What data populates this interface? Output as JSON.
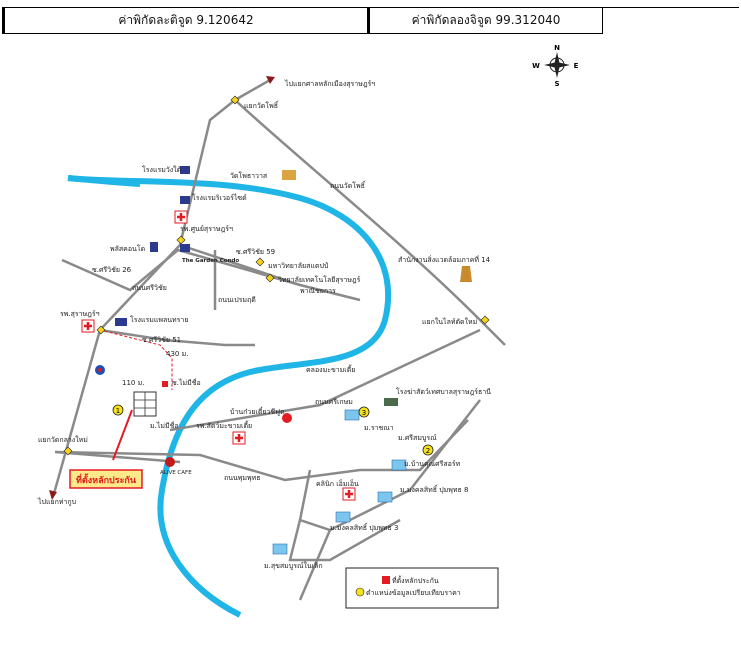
{
  "header": {
    "lat": "ค่าพิกัดละติจูด 9.120642",
    "lon": "ค่าพิกัดลองจิจูด 99.312040"
  },
  "compass": {
    "n": "N",
    "s": "S",
    "e": "E",
    "w": "W"
  },
  "labels": {
    "to_lak_mueang": "ไปแยกศาลหลักเมืองสุราษฎร์ฯ",
    "yaek_wat_pho": "แยกวัดโพธิ์",
    "hotel_wangtai": "โรงแรมวังใต้",
    "hotel_riverside": "โรงแรมริเวอร์ไซด์",
    "wat_phothawat": "วัดโพธาวาส",
    "thanon_wat_pho": "ถนนวัดโพธิ์",
    "hosp_surat": "รพ.ศูนย์สุราษฎร์ฯ",
    "plaza": "พลัสคอนโด",
    "garden_condo": "The Garden Condo",
    "soi_sri_59": "ซ.ศรีวิชัย 59",
    "university": "มหาวิทยาลัยสแตปป์",
    "tech_college": "วิทยาลัยเทคโนโลยีสุราษฎร์",
    "commerce": "พาณิชยการ",
    "soi_sri_26": "ซ.ศรีวิชัย 26",
    "thanon_sriwichai": "ถนนศรีวิชัย",
    "thanon_phutphut": "ถนนเปรมฤดี",
    "office_14": "สำนักงานสิ่งแวดล้อมภาคที่ 14",
    "yaek_nai_light": "แยกในไลท์ตัดใหม่",
    "hosp_surat2": "รพ.สุราษฎร์ฯ",
    "hotel_phanthai": "โรงแรมแพลนทราย",
    "soi_sri_51": "ซ.ศรีวิชัย 51",
    "dist_430": "430 ม.",
    "canal": "คลองมะขามเตี้ย",
    "dist_110": "110 ม.",
    "soi_mai_shi": "ซ.ไม่มีชื่อ",
    "slaughter": "โรงฆ่าสัตว์เทศบาลสุราษฎร์ธานี",
    "kuay_tiew": "บ้านก๋วยเตี๋ยวชีฟูด",
    "thanon_srikasem": "ถนนศรีเกษม",
    "moo_mai": "ม.ไม่มีชื่อ",
    "vet_hosp": "รพ.สัตว์มะขามเตี้ย",
    "moo_rama": "ม.ราชณา",
    "yaek_wat_klang": "แยกวัดกลางใหม่",
    "moo_srisomboon": "ม.ศรีสมบูรณ์",
    "ban_sri": "ม.บ้านคุณศรีสอร์ท",
    "alive": "ALIVE CAFE",
    "callout": "ที่ตั้งหลักประกัน",
    "thanon_phumphut": "ถนนพุมพุทธ",
    "clinic": "คลินิก เอ็มเอ็น",
    "to_tha_thong": "ไปแยกท่ากูบ",
    "mongkol8": "ม.มงคลสิทธิ์ ปุมพุทธ 8",
    "mongkol3": "ม.มงคลสิทธิ์ ปุมพุทธ 3",
    "sukhsombun": "ม.สุขสมบูรณ์ในเลิก",
    "legend_red": "ที่ตั้งหลักประกัน",
    "legend_yellow": "ตำแหน่งข้อมูลเปรียบเทียบราคา",
    "num1": "1",
    "num2": "2",
    "num3": "3"
  },
  "colors": {
    "river": "#1fb5e6",
    "road": "#8a8a8a",
    "callout_bg": "#fde98a",
    "callout_text": "#e01b1b",
    "accent_red": "#e31b23"
  }
}
